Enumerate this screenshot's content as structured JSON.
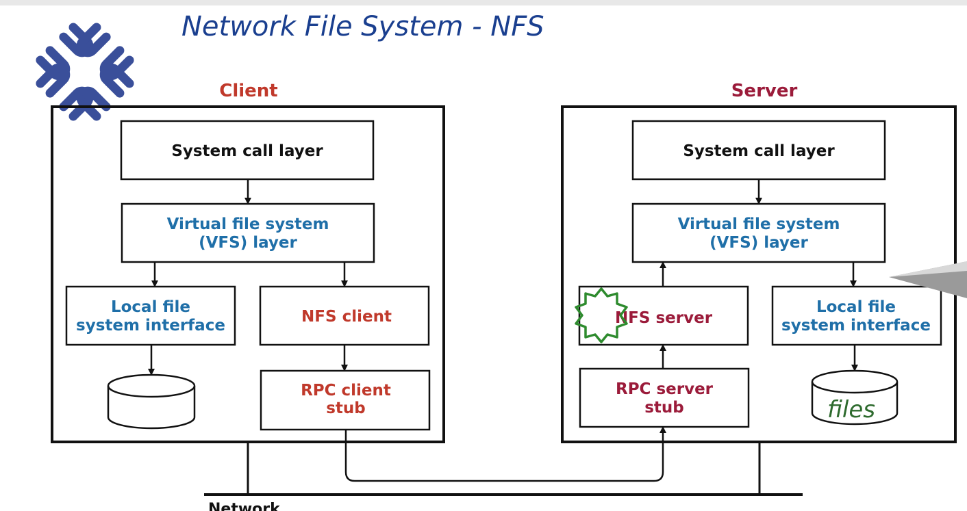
{
  "title": "Network File System - NFS",
  "logo": {
    "icon": "sun-microsystems-logo",
    "color": "#3a4f9a"
  },
  "colors": {
    "client": "#c0392b",
    "server": "#9b1b3a",
    "vfs": "#1f6fa8",
    "ink": "#111111",
    "marker_blue": "#1a3f8f",
    "marker_green": "#2e8b2e"
  },
  "client": {
    "heading": "Client",
    "syscall": "System call layer",
    "vfs_line1": "Virtual file system",
    "vfs_line2": "(VFS) layer",
    "local_line1": "Local file",
    "local_line2": "system interface",
    "nfs": "NFS client",
    "rpc_line1": "RPC client",
    "rpc_line2": "stub"
  },
  "server": {
    "heading": "Server",
    "syscall": "System call layer",
    "vfs_line1": "Virtual file system",
    "vfs_line2": "(VFS) layer",
    "local_line1": "Local file",
    "local_line2": "system interface",
    "nfs": "NFS server",
    "rpc_line1": "RPC server",
    "rpc_line2": "stub",
    "disk_annotation": "files"
  },
  "network_label": "Network"
}
